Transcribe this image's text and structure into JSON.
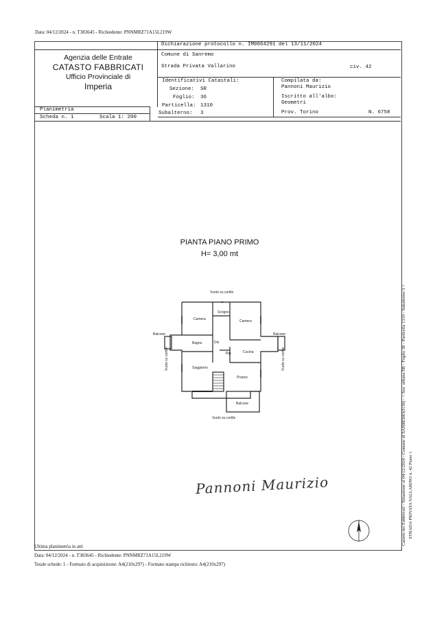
{
  "header_meta": "Data: 04/12/2024 - n. T383645 - Richiedente: PNNMRZ71A15L219W",
  "agency": {
    "line1": "Agenzia delle Entrate",
    "line2": "CATASTO FABBRICATI",
    "line3": "Ufficio Provinciale di",
    "line4": "Imperia"
  },
  "declaration": "Dichiarazione protocollo n. IM0064291 del 13/11/2024",
  "comune": "Comune di Sanremo",
  "street": "Strada Privata Vallarino",
  "civ": "civ. 42",
  "identificativi": {
    "title": "Identificativi Catastali:",
    "sezione_label": "Sezione:",
    "sezione": "SR",
    "foglio_label": "Foglio:",
    "foglio": "36",
    "particella_label": "Particella:",
    "particella": "1310",
    "subalterno_label": "Subalterno:",
    "subalterno": "3"
  },
  "compilata": {
    "label": "Compilata da:",
    "name": "Pannoni Maurizio",
    "albo_label": "Iscritto all'albo:",
    "albo": "Geometri",
    "prov": "Prov. Torino",
    "number": "N. 6758"
  },
  "planimetria": "Planimetria",
  "scheda": "Scheda n. 1",
  "scala": "Scala 1: 200",
  "plan_title": "PIANTA PIANO PRIMO",
  "plan_height": "H= 3,00 mt",
  "rooms": {
    "vuoto_top": "Vuoto su cortile",
    "camera1": "Camera",
    "camera2": "Camera",
    "bagno": "Bagno",
    "disimp": "Dis",
    "rip": "Rip",
    "cucina": "Cucina",
    "soggiorno": "Soggiorno",
    "pranzo": "Pranzo",
    "balcone_left": "Balcone",
    "balcone_right": "Balcone",
    "balcone_bottom": "Balcone",
    "vuoto_left": "Vuoto su cortile",
    "vuoto_right": "Vuoto su cortile",
    "vuoto_bottom": "Vuoto su cortile",
    "scrigno": "Scrigno"
  },
  "signature": "Pannoni Maurizio",
  "side_text_1": "Catasto dei Fabbricati - Situazione al 04/12/2024 - Comune di SANREMO(I138) - < Sez. urbana SR - Foglio 36 - Particella 1310 - Subalterno 3 >",
  "side_text_2": "STRADA PRIVATA VALLARINO n. 42 Piano 1",
  "footer": {
    "line1": "Ultima planimetria in atti",
    "line2": "Data: 04/12/2024 - n. T383645 - Richiedente: PNNMRZ71A15L219W",
    "line3": "Totale schede: 1 - Formato di acquisizione: A4(210x297) - Formato stampa richiesto: A4(210x297)"
  }
}
